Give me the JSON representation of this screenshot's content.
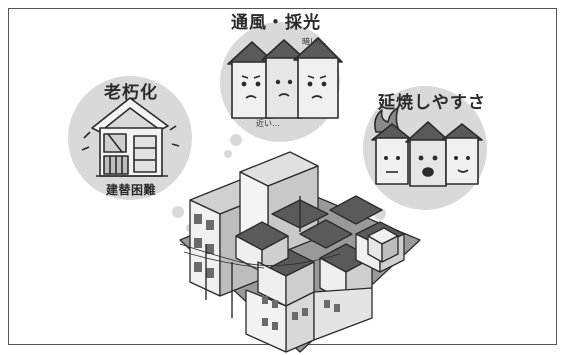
{
  "issues": {
    "aging": {
      "title": "老朽化",
      "caption": "建替困難"
    },
    "ventilation": {
      "title": "通風・採光",
      "note_dark": "暗い…",
      "note_near": "近い…"
    },
    "fire": {
      "title": "延焼しやすさ"
    }
  },
  "colors": {
    "bubble_gray": "#d9d9d9",
    "outline": "#2b2b2b",
    "roof_dark": "#5a5a5a",
    "wall_light": "#f0f0f0",
    "wall_mid": "#bdbdbd"
  }
}
